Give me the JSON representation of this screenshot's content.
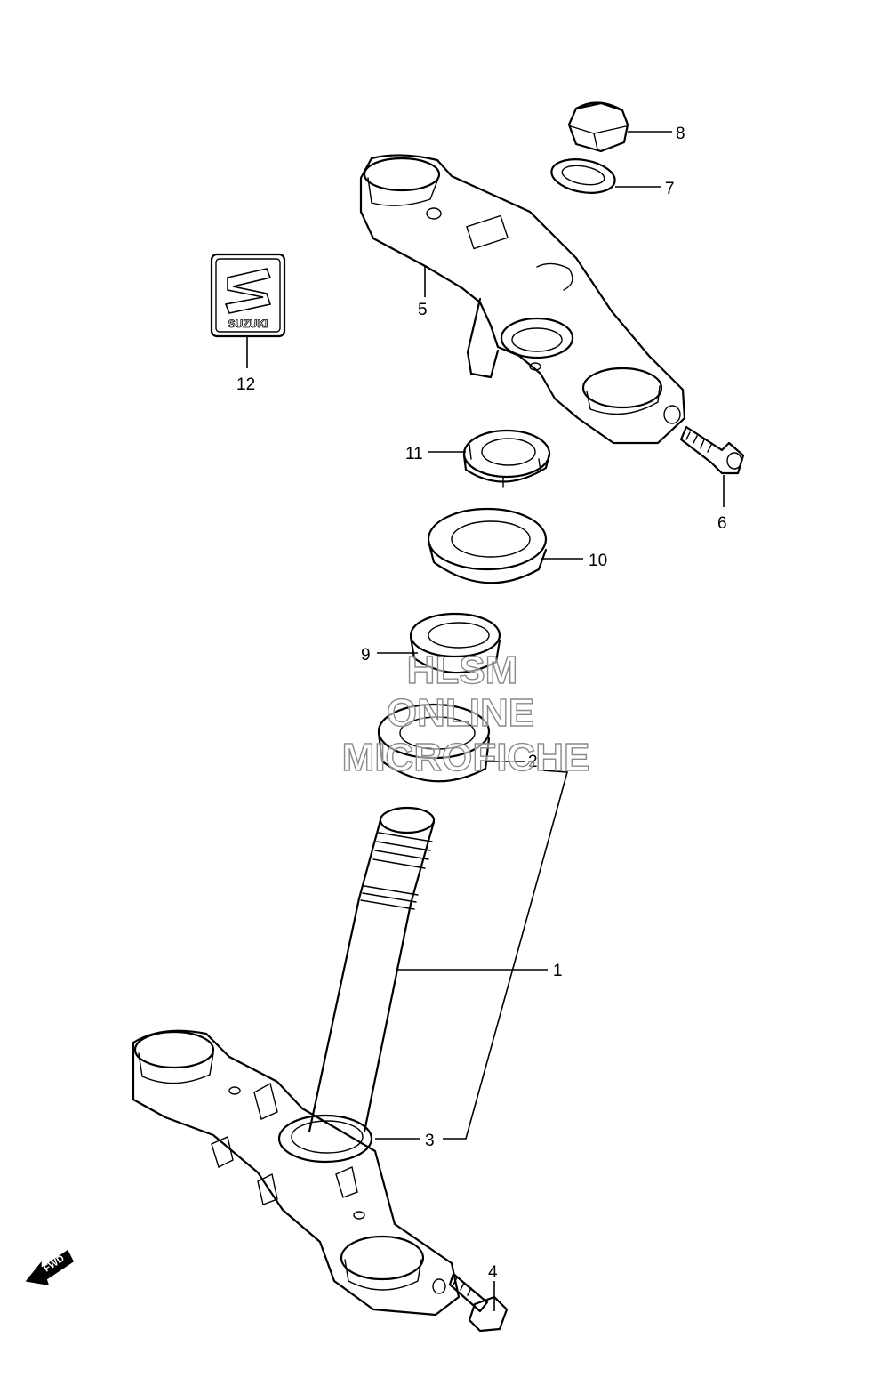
{
  "callouts": [
    {
      "id": "1",
      "label": "1"
    },
    {
      "id": "2",
      "label": "2"
    },
    {
      "id": "3",
      "label": "3"
    },
    {
      "id": "4",
      "label": "4"
    },
    {
      "id": "5",
      "label": "5"
    },
    {
      "id": "6",
      "label": "6"
    },
    {
      "id": "7",
      "label": "7"
    },
    {
      "id": "8",
      "label": "8"
    },
    {
      "id": "9",
      "label": "9"
    },
    {
      "id": "10",
      "label": "10"
    },
    {
      "id": "11",
      "label": "11"
    },
    {
      "id": "12",
      "label": "12"
    }
  ],
  "watermark": {
    "line1": "HLSM",
    "line2": "ONLINE",
    "line3": "MICROFICHE"
  },
  "fwd_label": "FWD",
  "logo_text": "SUZUKI"
}
